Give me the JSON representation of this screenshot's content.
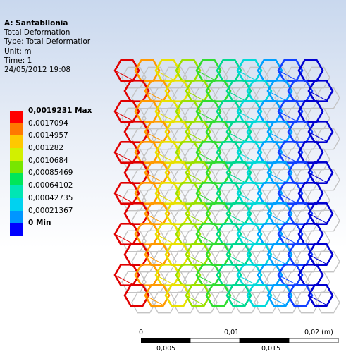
{
  "result": {
    "title": "A: Santabllonia",
    "name": "Total Deformation",
    "type": "Type: Total Deformatior",
    "unit": "Unit: m",
    "time": "Time: 1",
    "date": "24/05/2012 19:08"
  },
  "legend": {
    "entries": [
      {
        "label": "0,0019231 Max",
        "color": "#ff0000",
        "bold": true
      },
      {
        "label": "0,0017094",
        "color": "#ff7800",
        "bold": false
      },
      {
        "label": "0,0014957",
        "color": "#ffc800",
        "bold": false
      },
      {
        "label": "0,001282",
        "color": "#d2f000",
        "bold": false
      },
      {
        "label": "0,0010684",
        "color": "#78e600",
        "bold": false
      },
      {
        "label": "0,00085469",
        "color": "#00e65a",
        "bold": false
      },
      {
        "label": "0,00064102",
        "color": "#00e6b4",
        "bold": false
      },
      {
        "label": "0,00042735",
        "color": "#00d2f0",
        "bold": false
      },
      {
        "label": "0,00021367",
        "color": "#0096ff",
        "bold": false
      },
      {
        "label": "0 Min",
        "color": "#0000ff",
        "bold": true
      }
    ]
  },
  "scale": {
    "top_labels": [
      "0",
      "0,01",
      "0,02 (m)"
    ],
    "bottom_labels": [
      "0,005",
      "0,015"
    ]
  }
}
